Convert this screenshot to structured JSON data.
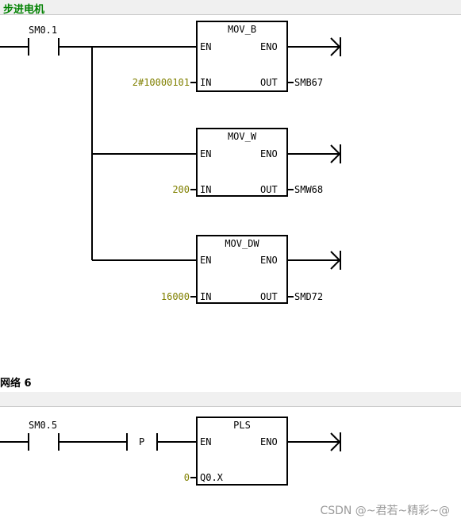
{
  "network5": {
    "comment": "步进电机",
    "contact": "SM0.1",
    "blocks": [
      {
        "title": "MOV_B",
        "en": "EN",
        "eno": "ENO",
        "in": "IN",
        "out": "OUT",
        "in_value": "2#10000101",
        "out_addr": "SMB67"
      },
      {
        "title": "MOV_W",
        "en": "EN",
        "eno": "ENO",
        "in": "IN",
        "out": "OUT",
        "in_value": "200",
        "out_addr": "SMW68"
      },
      {
        "title": "MOV_DW",
        "en": "EN",
        "eno": "ENO",
        "in": "IN",
        "out": "OUT",
        "in_value": "16000",
        "out_addr": "SMD72"
      }
    ]
  },
  "network6": {
    "title": "网络 6",
    "contact": "SM0.5",
    "edge": "P",
    "block": {
      "title": "PLS",
      "en": "EN",
      "eno": "ENO",
      "in": "Q0.X",
      "in_value": "0"
    }
  },
  "watermark": "CSDN @~君若~精彩~@",
  "colors": {
    "comment": "#008000",
    "constant": "#808000",
    "wire": "#000000"
  }
}
